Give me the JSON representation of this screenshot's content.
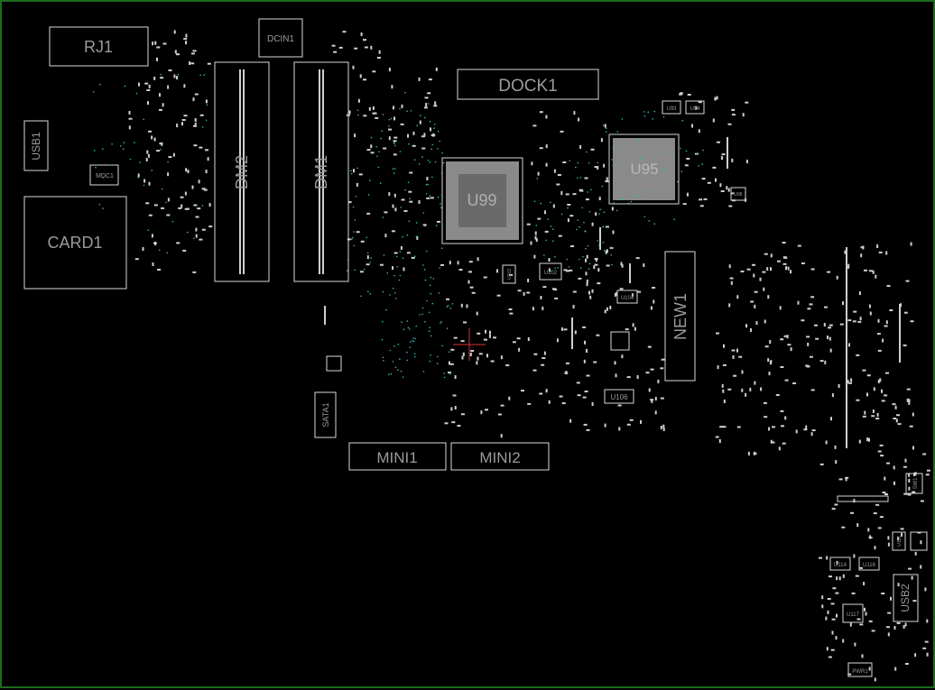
{
  "colors": {
    "background": "#000000",
    "outline": "#d8d8d8",
    "pad": "#cfcfcf",
    "via": "#3fb6b6",
    "label": "#9a9a9a",
    "frame": "#1e6b1e",
    "marker": "#e03030"
  },
  "components": {
    "rj1": "RJ1",
    "dcin1": "DCIN1",
    "dock1": "DOCK1",
    "usb1": "USB1",
    "mdc1": "MDC1",
    "card1": "CARD1",
    "dm2": "DM2",
    "dm1": "DM1",
    "u99": "U99",
    "u95": "U95",
    "u93": "U93",
    "u94": "U94",
    "u98": "U98",
    "u102": "U102",
    "u103": "U103",
    "u104": "U104",
    "u106": "U106",
    "new1": "NEW1",
    "sata1": "SATA1",
    "mini1": "MINI1",
    "mini2": "MINI2",
    "sw1": "SW1",
    "u113": "U113",
    "u114": "U114",
    "u116": "U116",
    "u117": "U117",
    "usb2": "USB2",
    "pwr1": "PWR1"
  }
}
